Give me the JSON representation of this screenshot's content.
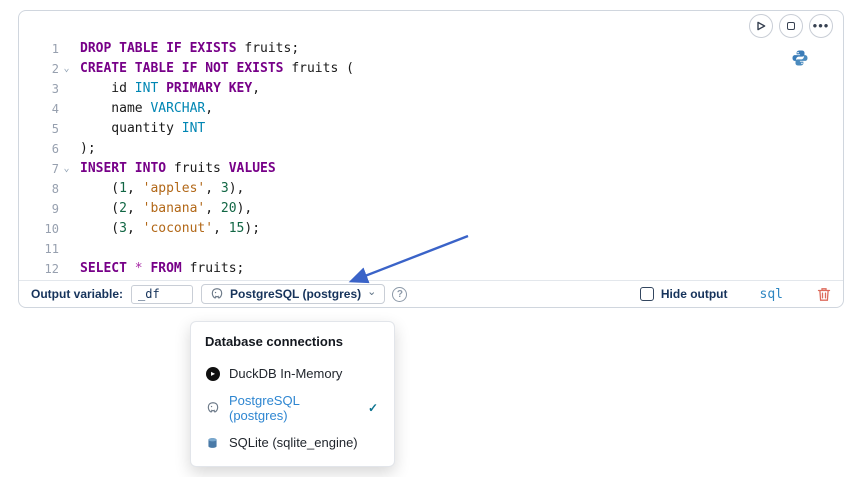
{
  "footer": {
    "output_variable_label": "Output variable:",
    "output_variable_value": "_df",
    "connection_label": "PostgreSQL (postgres)",
    "hide_output_label": "Hide output",
    "language_badge": "sql"
  },
  "menu": {
    "title": "Database connections",
    "items": [
      {
        "label": "DuckDB In-Memory",
        "icon": "duckdb-icon",
        "selected": false
      },
      {
        "label": "PostgreSQL (postgres)",
        "icon": "postgres-icon",
        "selected": true
      },
      {
        "label": "SQLite (sqlite_engine)",
        "icon": "sqlite-icon",
        "selected": false
      }
    ]
  },
  "icons": {
    "run": "play-icon",
    "interrupt": "stop-icon",
    "more": "ellipsis-icon",
    "kernel": "python-icon",
    "connection": "postgres-elephant-icon",
    "dropdown": "chevron-down-icon",
    "help": "help-icon",
    "delete": "trash-icon",
    "selected": "checkmark-icon"
  },
  "colors": {
    "keyword": "#770088",
    "type": "#0086b3",
    "number": "#116644",
    "string": "#b26818",
    "operator": "#a626a4",
    "line_number": "#97a0af",
    "label": "#16335b",
    "selected_item": "#2e86d1",
    "arrow": "#3a63c8",
    "trash": "#dd6b5c"
  },
  "code": {
    "lines": [
      {
        "n": "1",
        "fold": false,
        "tokens": [
          {
            "t": "DROP TABLE IF EXISTS",
            "y": "keyword"
          },
          {
            "t": " fruits;",
            "y": "plain"
          }
        ]
      },
      {
        "n": "2",
        "fold": true,
        "tokens": [
          {
            "t": "CREATE TABLE IF NOT EXISTS",
            "y": "keyword"
          },
          {
            "t": " fruits (",
            "y": "plain"
          }
        ]
      },
      {
        "n": "3",
        "fold": false,
        "tokens": [
          {
            "t": "    id ",
            "y": "plain"
          },
          {
            "t": "INT",
            "y": "type"
          },
          {
            "t": " ",
            "y": "plain"
          },
          {
            "t": "PRIMARY KEY",
            "y": "keyword"
          },
          {
            "t": ",",
            "y": "plain"
          }
        ]
      },
      {
        "n": "4",
        "fold": false,
        "tokens": [
          {
            "t": "    name ",
            "y": "plain"
          },
          {
            "t": "VARCHAR",
            "y": "type"
          },
          {
            "t": ",",
            "y": "plain"
          }
        ]
      },
      {
        "n": "5",
        "fold": false,
        "tokens": [
          {
            "t": "    quantity ",
            "y": "plain"
          },
          {
            "t": "INT",
            "y": "type"
          }
        ]
      },
      {
        "n": "6",
        "fold": false,
        "tokens": [
          {
            "t": ");",
            "y": "plain"
          }
        ]
      },
      {
        "n": "7",
        "fold": true,
        "tokens": [
          {
            "t": "INSERT INTO",
            "y": "keyword"
          },
          {
            "t": " fruits ",
            "y": "plain"
          },
          {
            "t": "VALUES",
            "y": "keyword"
          }
        ]
      },
      {
        "n": "8",
        "fold": false,
        "tokens": [
          {
            "t": "    (",
            "y": "plain"
          },
          {
            "t": "1",
            "y": "number"
          },
          {
            "t": ", ",
            "y": "plain"
          },
          {
            "t": "'apples'",
            "y": "string"
          },
          {
            "t": ", ",
            "y": "plain"
          },
          {
            "t": "3",
            "y": "number"
          },
          {
            "t": "),",
            "y": "plain"
          }
        ]
      },
      {
        "n": "9",
        "fold": false,
        "tokens": [
          {
            "t": "    (",
            "y": "plain"
          },
          {
            "t": "2",
            "y": "number"
          },
          {
            "t": ", ",
            "y": "plain"
          },
          {
            "t": "'banana'",
            "y": "string"
          },
          {
            "t": ", ",
            "y": "plain"
          },
          {
            "t": "20",
            "y": "number"
          },
          {
            "t": "),",
            "y": "plain"
          }
        ]
      },
      {
        "n": "10",
        "fold": false,
        "tokens": [
          {
            "t": "    (",
            "y": "plain"
          },
          {
            "t": "3",
            "y": "number"
          },
          {
            "t": ", ",
            "y": "plain"
          },
          {
            "t": "'coconut'",
            "y": "string"
          },
          {
            "t": ", ",
            "y": "plain"
          },
          {
            "t": "15",
            "y": "number"
          },
          {
            "t": ");",
            "y": "plain"
          }
        ]
      },
      {
        "n": "11",
        "fold": false,
        "tokens": []
      },
      {
        "n": "12",
        "fold": false,
        "tokens": [
          {
            "t": "SELECT",
            "y": "keyword"
          },
          {
            "t": " ",
            "y": "plain"
          },
          {
            "t": "*",
            "y": "operator"
          },
          {
            "t": " ",
            "y": "plain"
          },
          {
            "t": "FROM",
            "y": "keyword"
          },
          {
            "t": " fruits;",
            "y": "plain"
          }
        ]
      }
    ]
  }
}
